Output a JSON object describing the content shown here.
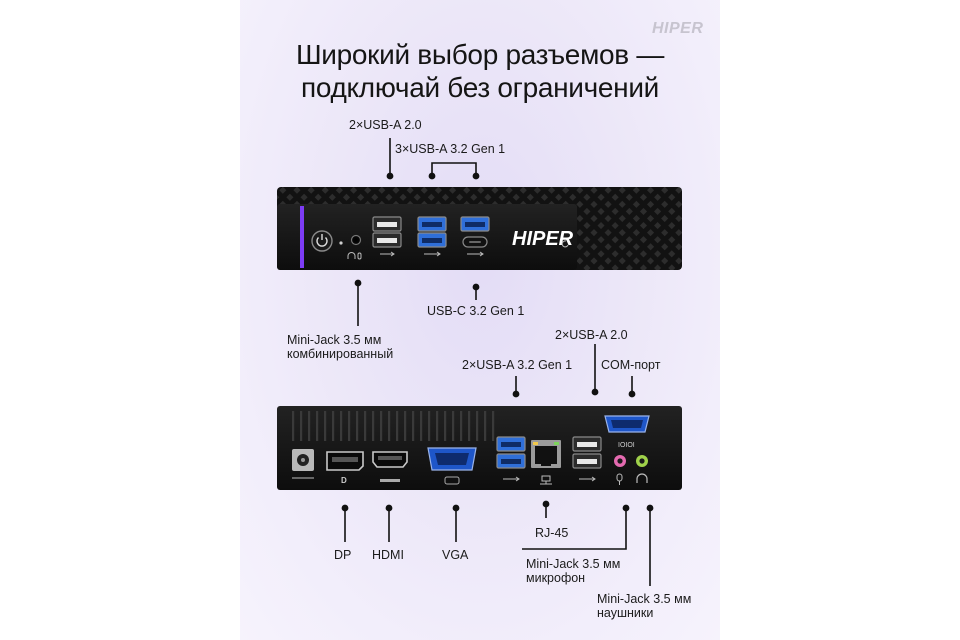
{
  "brand": {
    "corner_logo": "HIPER",
    "device_logo": "HIPER"
  },
  "title": {
    "line1": "Широкий выбор разъемов —",
    "line2": "подключай без ограничений"
  },
  "front_labels": {
    "usb2": "2×USB-A 2.0",
    "usb32": "3×USB-A 3.2 Gen 1",
    "usbc": "USB-C 3.2 Gen 1",
    "minijack_line1": "Mini-Jack 3.5 мм",
    "minijack_line2": "комбинированный"
  },
  "rear_labels": {
    "usb2": "2×USB-A 2.0",
    "usb32": "2×USB-A 3.2 Gen 1",
    "com": "COM-порт",
    "com_port_text": "IOIOI",
    "dp": "DP",
    "hdmi": "HDMI",
    "vga": "VGA",
    "rj45": "RJ-45",
    "mic_line1": "Mini-Jack 3.5 мм",
    "mic_line2": "микрофон",
    "phones_line1": "Mini-Jack 3.5 мм",
    "phones_line2": "наушники"
  },
  "colors": {
    "accent_purple": "#7d3cf5",
    "usb3_blue": "#2f6fd9",
    "device_body": "#141414",
    "mic_pink": "#e46ab0",
    "phones_green": "#9fd14a"
  }
}
